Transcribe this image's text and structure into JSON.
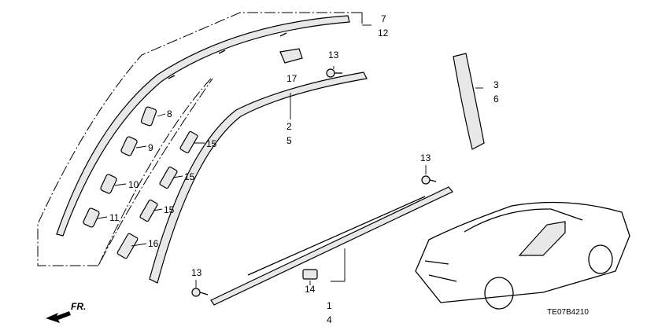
{
  "callouts": {
    "c7": "7",
    "c12": "12",
    "c13a": "13",
    "c17": "17",
    "c3": "3",
    "c6": "6",
    "c8": "8",
    "c9": "9",
    "c10": "10",
    "c11": "11",
    "c2": "2",
    "c5": "5",
    "c15a": "15",
    "c15b": "15",
    "c15c": "15",
    "c16": "16",
    "c13b": "13",
    "c13c": "13",
    "c14": "14",
    "c1": "1",
    "c4": "4"
  },
  "front_indicator": "FR.",
  "diagram_code": "TE07B4210"
}
